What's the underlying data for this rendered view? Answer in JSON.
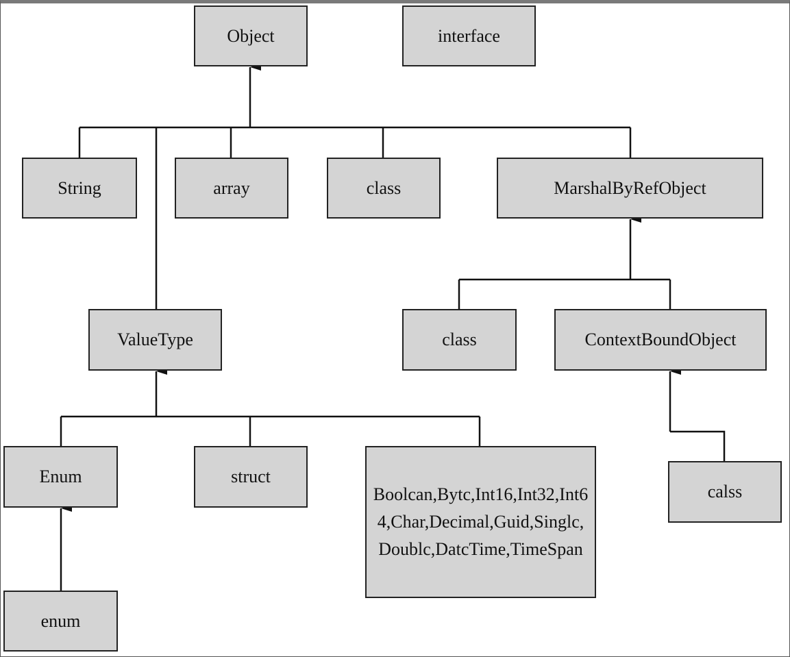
{
  "diagram": {
    "nodes": {
      "object": "Object",
      "interface": "interface",
      "string": "String",
      "array": "array",
      "class_a": "class",
      "marshal": "MarshalByRefObject",
      "valuetype": "ValueType",
      "class_b": "class",
      "contextbound": "ContextBoundObject",
      "enum_base": "Enum",
      "struct": "struct",
      "primitives": "Boolcan,Bytc,Int16,Int32,Int64,Char,Decimal,Guid,Singlc,Doublc,DatcTime,TimeSpan",
      "calss": "calss",
      "enum": "enum"
    },
    "edges": [
      {
        "from": "string",
        "to": "object"
      },
      {
        "from": "array",
        "to": "object"
      },
      {
        "from": "class_a",
        "to": "object"
      },
      {
        "from": "marshal",
        "to": "object"
      },
      {
        "from": "valuetype",
        "to": "object"
      },
      {
        "from": "class_b",
        "to": "marshal"
      },
      {
        "from": "contextbound",
        "to": "marshal"
      },
      {
        "from": "enum_base",
        "to": "valuetype"
      },
      {
        "from": "struct",
        "to": "valuetype"
      },
      {
        "from": "primitives",
        "to": "valuetype"
      },
      {
        "from": "calss",
        "to": "contextbound"
      },
      {
        "from": "enum",
        "to": "enum_base"
      }
    ],
    "colors": {
      "box_fill": "#d4d4d4",
      "line": "#111111"
    }
  }
}
